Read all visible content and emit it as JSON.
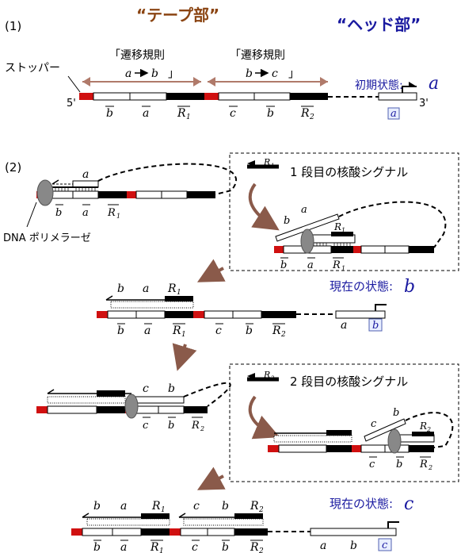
{
  "header": {
    "tape_title": "“テープ部”",
    "head_title": "“ヘッド部”",
    "tape_color": "#8B4513",
    "head_color": "#1a1aa0"
  },
  "section1": {
    "label": "(1)",
    "stopper": "ストッパー",
    "five_prime": "5'",
    "three_prime": "3'",
    "rule1": {
      "title": "「遷移規則",
      "from": "a",
      "to": "b",
      "close": "」"
    },
    "rule2": {
      "title": "「遷移規則",
      "from": "b",
      "to": "c",
      "close": "」"
    },
    "initial_state_label": "初期状態: ",
    "initial_state_value": "a",
    "tape_labels": [
      "b",
      "a",
      "R",
      "c",
      "b",
      "R"
    ],
    "r_subs": [
      "1",
      "2"
    ],
    "head_symbol": "a"
  },
  "section2": {
    "label": "(2)",
    "polymerase": "DNA ポリメラーゼ",
    "signal1_r": "R",
    "signal1_sub": "1",
    "signal1_text": "1 段目の核酸シグナル",
    "signal2_r": "R",
    "signal2_sub": "2",
    "signal2_text": "2 段目の核酸シグナル",
    "current_state_label": "現在の状態: ",
    "current_state_b": "b",
    "current_state_c": "c",
    "symbols": {
      "a": "a",
      "b": "b",
      "c": "c",
      "R": "R",
      "one": "1",
      "two": "2"
    }
  },
  "colors": {
    "stopper_red": "#d01010",
    "arrow_brown": "#8a5a4a",
    "polymerase_gray": "#888888"
  }
}
